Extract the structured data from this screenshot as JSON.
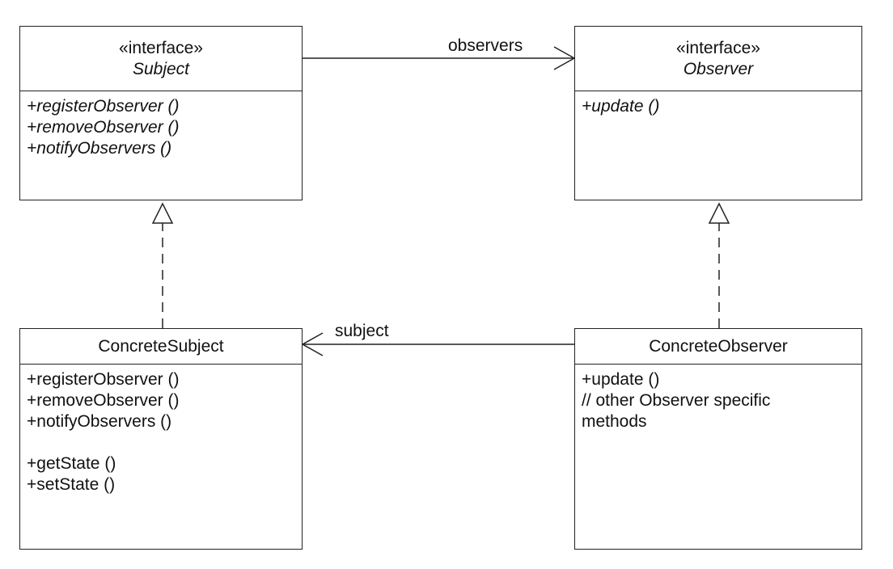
{
  "subject": {
    "stereotype": "«interface»",
    "name": "Subject",
    "methods": [
      "+registerObserver ()",
      "+removeObserver ()",
      "+notifyObservers ()"
    ]
  },
  "observer": {
    "stereotype": "«interface»",
    "name": "Observer",
    "methods": [
      "+update ()"
    ]
  },
  "concrete_subject": {
    "name": "ConcreteSubject",
    "methods": [
      "+registerObserver ()",
      "+removeObserver ()",
      "+notifyObservers ()"
    ],
    "extra_methods": [
      "+getState ()",
      "+setState ()"
    ]
  },
  "concrete_observer": {
    "name": "ConcreteObserver",
    "lines": [
      "+update ()",
      "// other Observer specific",
      "methods"
    ]
  },
  "edges": {
    "observers_label": "observers",
    "subject_label": "subject"
  }
}
